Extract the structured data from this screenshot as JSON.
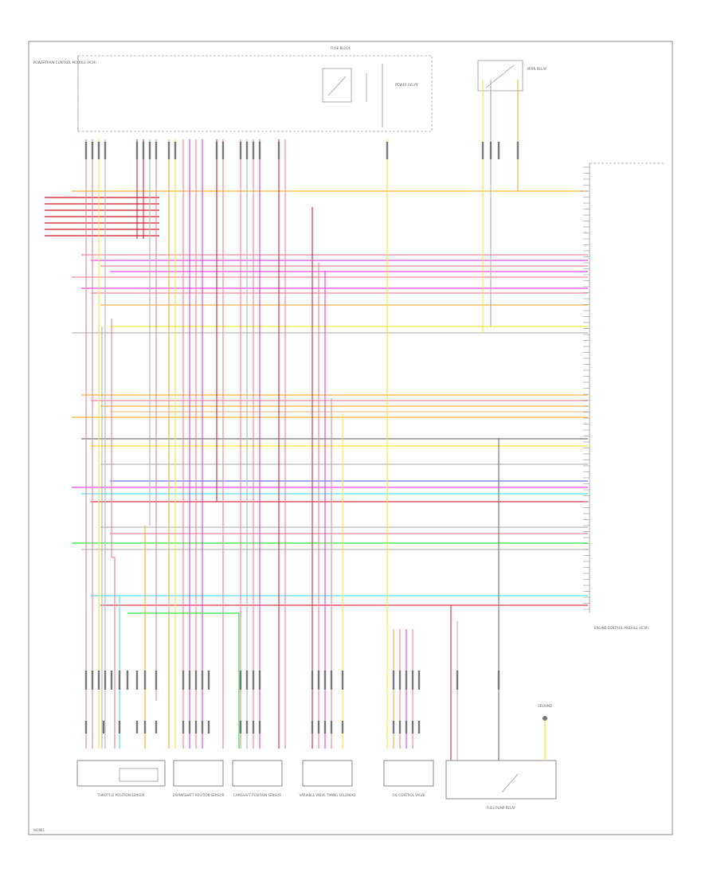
{
  "diagram": {
    "figure_code": "W0881",
    "colors": {
      "pink": "#f08aa0",
      "red": "#d23b4a",
      "yellow": "#f5e64a",
      "orange": "#f2b24a",
      "magenta": "#e24de8",
      "cyan": "#59e0ea",
      "blue": "#6a78f0",
      "green": "#36e34a",
      "gray": "#b9b9b9",
      "darkgray": "#7c7c7c",
      "tan": "#e8c890"
    },
    "components": [
      {
        "id": "ecm-upper-left",
        "label": "POWERTRAIN CONTROL MODULE (PCM)"
      },
      {
        "id": "fuse-block",
        "label": "FUSE BLOCK"
      },
      {
        "id": "power-relay",
        "label": "POWER RELAY"
      },
      {
        "id": "main-relay",
        "label": "MAIN RELAY"
      },
      {
        "id": "ecm-right",
        "label": "ENGINE CONTROL MODULE (ECM)"
      },
      {
        "id": "sensor-1",
        "label": "THROTTLE POSITION SENSOR"
      },
      {
        "id": "sensor-2",
        "label": "CRANKSHAFT POSITION SENSOR"
      },
      {
        "id": "sensor-3",
        "label": "CAMSHAFT POSITION SENSOR"
      },
      {
        "id": "sensor-4",
        "label": "VARIABLE VALVE TIMING SOLENOID"
      },
      {
        "id": "sensor-5",
        "label": "OIL CONTROL VALVE"
      },
      {
        "id": "fuel-pump",
        "label": "FUEL PUMP RELAY"
      },
      {
        "id": "ground",
        "label": "GROUND"
      }
    ]
  }
}
